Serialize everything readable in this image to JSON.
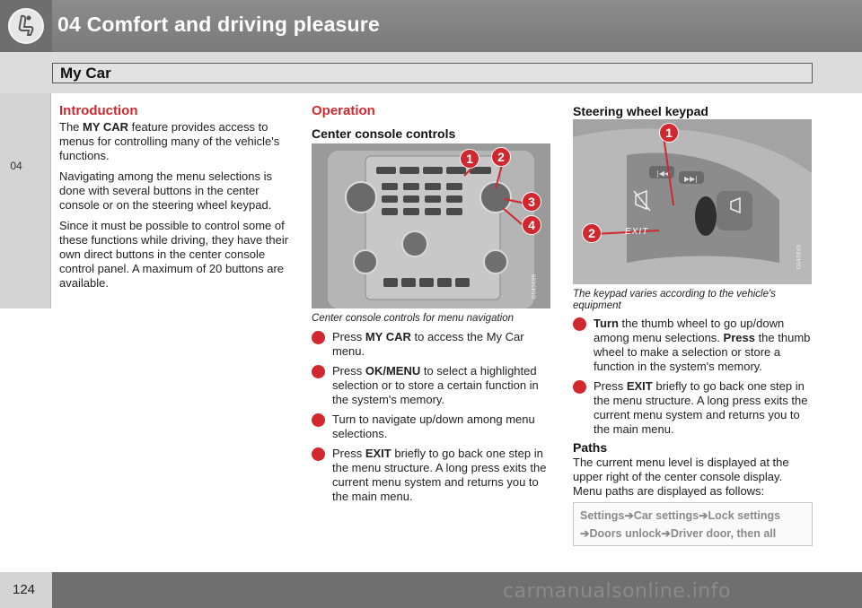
{
  "header": {
    "chapter_title": "04 Comfort and driving pleasure",
    "section_title": "My Car",
    "side_tab": "04"
  },
  "footer": {
    "page_number": "124",
    "watermark": "carmanualsonline.info"
  },
  "intro": {
    "heading": "Introduction",
    "p1_a": "The ",
    "p1_b": "MY CAR",
    "p1_c": " feature provides access to menus for controlling many of the vehicle's functions.",
    "p2": "Navigating among the menu selections is done with several buttons in the center console or on the steering wheel keypad.",
    "p3": "Since it must be possible to control some of these functions while driving, they have their own direct buttons in the center console control panel. A maximum of 20 buttons are available."
  },
  "operation": {
    "heading": "Operation",
    "subheading": "Center console controls",
    "figure_code": "G045699",
    "callouts": [
      "1",
      "2",
      "3",
      "4"
    ],
    "caption": "Center console controls for menu navigation",
    "steps": [
      {
        "pre": "Press ",
        "bold": "MY CAR",
        "post": " to access the My Car menu."
      },
      {
        "pre": "Press ",
        "bold": "OK/MENU",
        "post": " to select a highlighted selection or to store a certain function in the system's memory."
      },
      {
        "pre": "",
        "bold": "",
        "post": "Turn to navigate up/down among menu selections."
      },
      {
        "pre": "Press ",
        "bold": "EXIT",
        "post": " briefly to go back one step in the menu structure. A long press exits the current menu system and returns you to the main menu."
      }
    ]
  },
  "steering": {
    "heading": "Steering wheel keypad",
    "figure_code": "G045645",
    "callouts": [
      "1",
      "2"
    ],
    "exit_label": "EXIT",
    "caption": "The keypad varies according to the vehicle's equipment",
    "steps": [
      {
        "b1": "Turn",
        "t1": " the thumb wheel to go up/down among menu selections. ",
        "b2": "Press",
        "t2": " the thumb wheel to make a selection or store a function in the system's memory."
      },
      {
        "b1": "",
        "t1": "Press ",
        "b2": "EXIT",
        "t2": " briefly to go back one step in the menu structure. A long press exits the current menu system and returns you to the main menu."
      }
    ]
  },
  "paths": {
    "heading": "Paths",
    "text": "The current menu level is displayed at the upper right of the center console display. Menu paths are displayed as follows:",
    "line1": [
      "Settings",
      "Car settings",
      "Lock settings"
    ],
    "line2": [
      "Doors unlock",
      "Driver door, then all"
    ],
    "arrow_glyph": "➔"
  },
  "colors": {
    "accent_red": "#d0282e",
    "header_gray": "#808080"
  }
}
